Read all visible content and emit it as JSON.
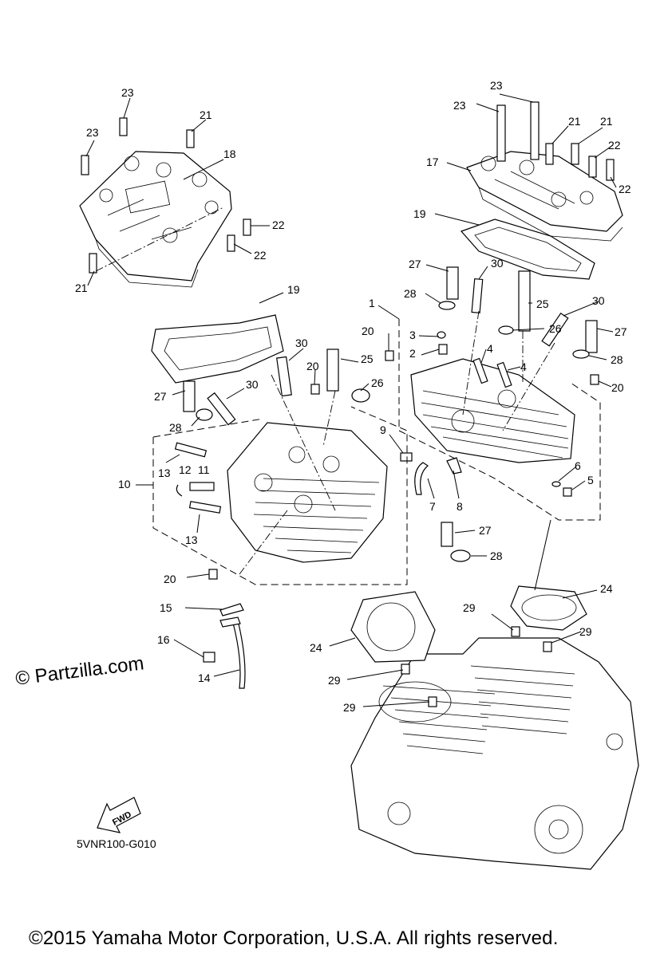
{
  "watermark": "© Partzilla.com",
  "diagram_code": "5VNR100-G010",
  "copyright": "©2015 Yamaha Motor Corporation, U.S.A. All rights reserved.",
  "fwd_label": "FWD",
  "callouts": [
    "1",
    "2",
    "3",
    "4",
    "4",
    "5",
    "6",
    "7",
    "8",
    "9",
    "10",
    "11",
    "12",
    "13",
    "13",
    "14",
    "15",
    "16",
    "17",
    "18",
    "19",
    "19",
    "20",
    "20",
    "20",
    "20",
    "21",
    "21",
    "21",
    "21",
    "22",
    "22",
    "22",
    "22",
    "23",
    "23",
    "23",
    "23",
    "24",
    "24",
    "25",
    "25",
    "26",
    "26",
    "27",
    "27",
    "27",
    "27",
    "28",
    "28",
    "28",
    "28",
    "29",
    "29",
    "29",
    "29",
    "30",
    "30",
    "30",
    "30"
  ]
}
